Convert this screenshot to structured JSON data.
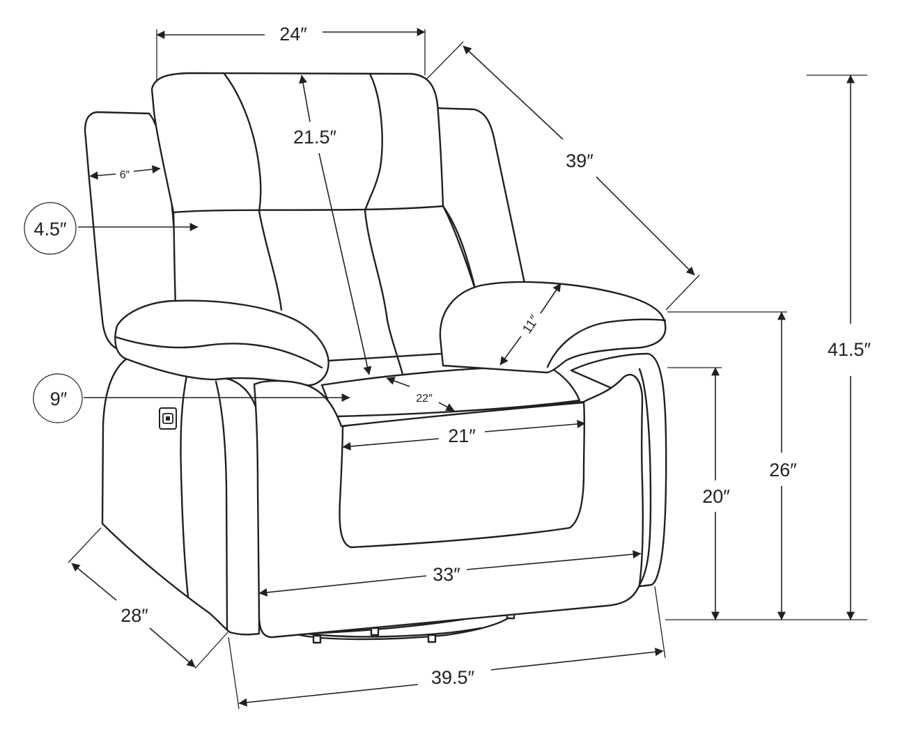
{
  "dimensions": {
    "back_width": "24″",
    "back_height": "21.5″",
    "depth_diagonal": "39″",
    "overall_height": "41.5″",
    "arm_height": "26″",
    "seat_height": "20″",
    "seat_width": "21″",
    "seat_depth": "22″",
    "arm_depth": "11″",
    "front_width": "33″",
    "overall_width": "39.5″",
    "side_depth": "28″",
    "arm_width": "6″",
    "back_thickness": "4.5″",
    "arm_thickness": "9″"
  },
  "colors": {
    "ink": "#231f20",
    "background": "#ffffff"
  },
  "icons": {
    "control": "power-button-icon"
  }
}
